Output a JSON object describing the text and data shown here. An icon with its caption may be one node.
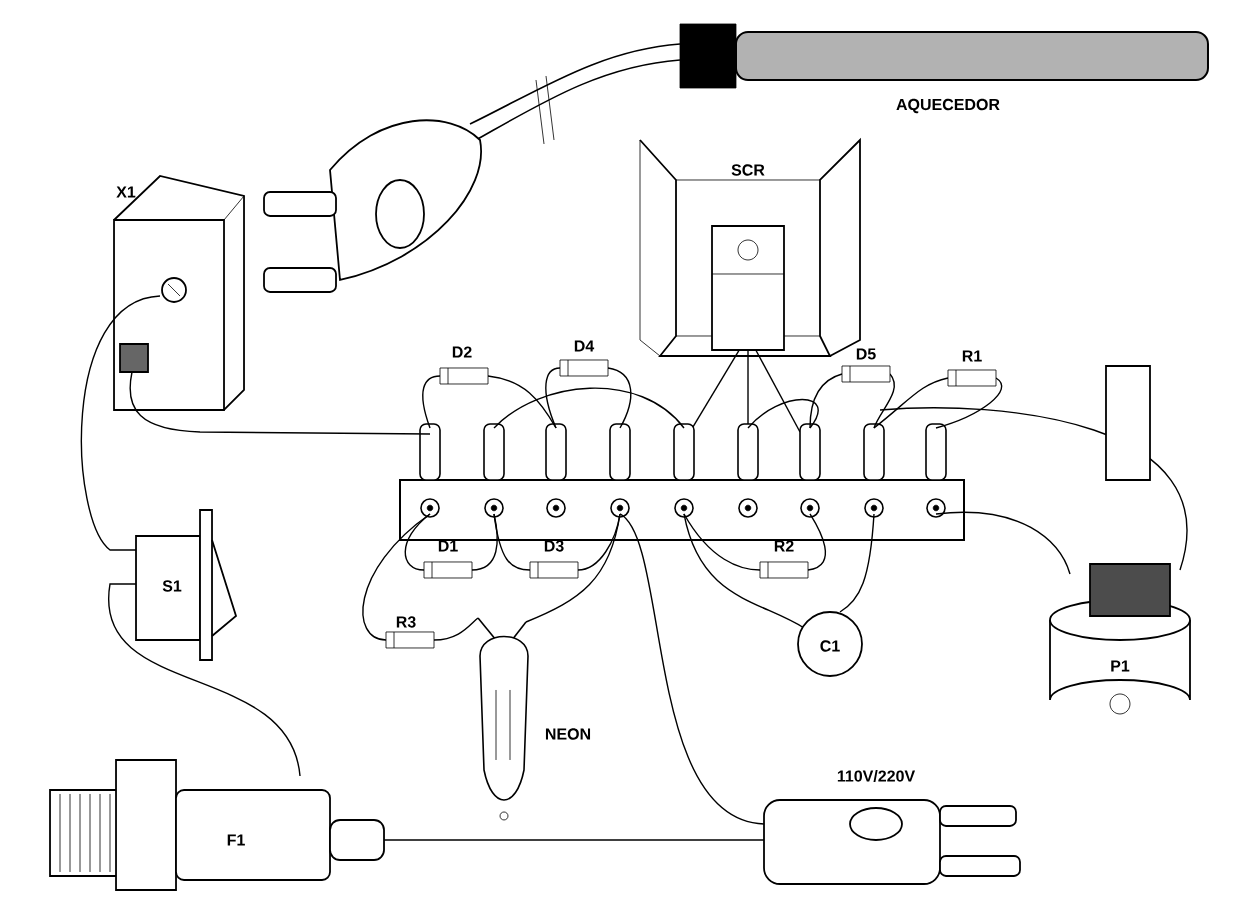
{
  "diagram": {
    "labels": [
      "AQUECEDOR",
      "X1",
      "SCR",
      "D2",
      "D4",
      "D5",
      "R1",
      "D1",
      "D3",
      "R2",
      "R3",
      "S1",
      "C1",
      "P1",
      "NEON",
      "110V/220V",
      "F1"
    ]
  }
}
